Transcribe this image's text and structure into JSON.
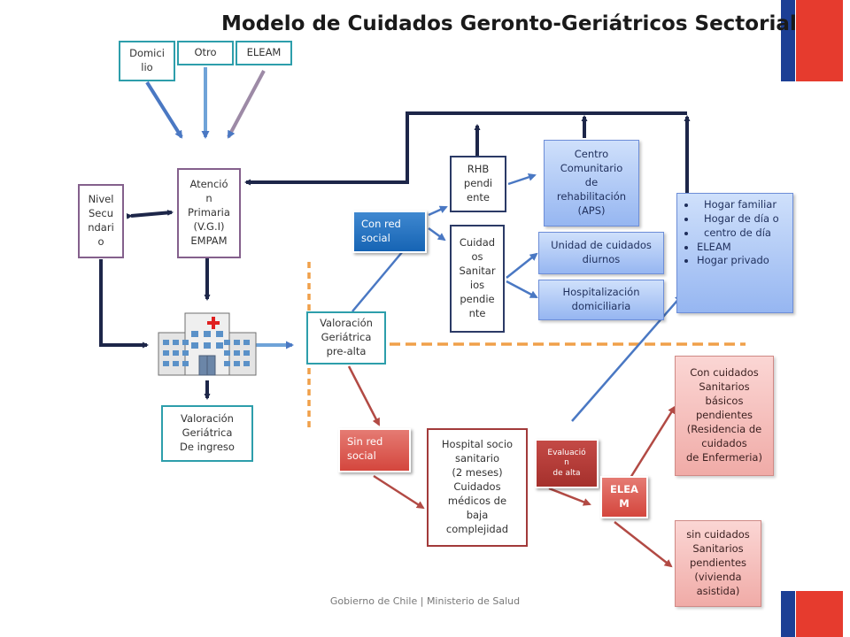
{
  "title": "Modelo de Cuidados Geronto-Geriátricos Sectorial",
  "footer": "Gobierno de Chile | Ministerio de Salud",
  "flag_colors": {
    "blue": "#1c3f95",
    "red": "#e63b2e"
  },
  "nodes": {
    "domicilio": "Domici\nlio",
    "otro": "Otro",
    "eleam_top": "ELEAM",
    "nivel_secundario": "Nivel\nSecu\nndari\no",
    "atencion_primaria": "Atenció\nn\nPrimaria\n(V.G.I)\nEMPAM",
    "valoracion_ingreso": "Valoración\nGeriátrica\nDe ingreso",
    "valoracion_prealta": "Valoración\nGeriátrica\npre-alta",
    "con_red_social": "Con red\nsocial",
    "sin_red_social": "Sin red\nsocial",
    "rhb_pendiente": "RHB\npendi\nente",
    "cuidados_sanitarios_pendiente": "Cuidad\nos\nSanitar\nios\npendie\nnte",
    "centro_comunitario": "Centro\nComunitario\nde\nrehabilitación\n(APS)",
    "unidad_cuidados_diurnos": "Unidad de cuidados\ndiurnos",
    "hospitalizacion_domiciliaria": "Hospitalización\ndomiciliaria",
    "hospital_socio_sanitario": "Hospital socio\nsanitario\n(2 meses)\nCuidados\nmédicos de\nbaja\ncomplejidad",
    "evaluacion_alta": "Evaluació\nn\nde alta",
    "eleam_mid": "ELEA\nM",
    "con_cuidados_basicos": "Con cuidados\nSanitarios\nbásicos\npendientes\n(Residencia de\ncuidados\nde Enfermeria)",
    "sin_cuidados": "sin cuidados\nSanitarios\npendientes\n(vivienda\nasistida)"
  },
  "destinations": [
    "Hogar familiar",
    "Hogar de día o",
    "centro de día",
    "ELEAM",
    "Hogar privado"
  ],
  "icons": {
    "hospital": "hospital-building-icon"
  }
}
